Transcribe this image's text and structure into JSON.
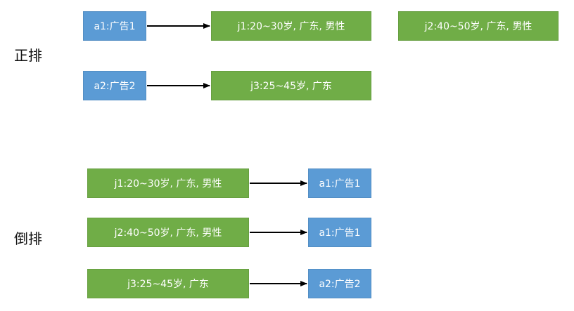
{
  "forward": {
    "label": "正排",
    "rows": [
      {
        "ad": "a1:广告1",
        "targets": [
          "j1:20~30岁, 广东, 男性",
          "j2:40~50岁, 广东, 男性"
        ]
      },
      {
        "ad": "a2:广告2",
        "targets": [
          "j3:25~45岁, 广东"
        ]
      }
    ]
  },
  "inverted": {
    "label": "倒排",
    "rows": [
      {
        "condition": "j1:20~30岁, 广东, 男性",
        "ad": "a1:广告1"
      },
      {
        "condition": "j2:40~50岁, 广东, 男性",
        "ad": "a1:广告1"
      },
      {
        "condition": "j3:25~45岁, 广东",
        "ad": "a2:广告2"
      }
    ]
  },
  "colors": {
    "ad_box": "#5b9bd5",
    "condition_box": "#70ad47",
    "arrow": "#000000"
  }
}
